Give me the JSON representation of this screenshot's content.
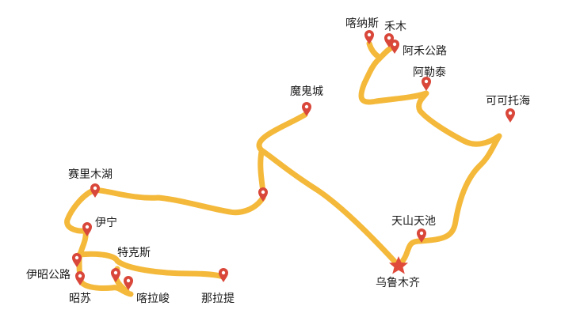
{
  "route": {
    "color": "#F4B93A",
    "pin_color": "#D9473A",
    "star_color": "#E04A3A"
  },
  "places": {
    "kanas": "喀纳斯",
    "hemu": "禾木",
    "ahe_road": "阿禾公路",
    "altay": "阿勒泰",
    "koktokay": "可可托海",
    "ghost_city": "魔鬼城",
    "sayram_lake": "赛里木湖",
    "yining": "伊宁",
    "tekes": "特克斯",
    "yizhao_road": "伊昭公路",
    "zhaosu": "昭苏",
    "kalajun": "喀拉峻",
    "nalati": "那拉提",
    "tianchi": "天山天池",
    "urumqi": "乌鲁木齐"
  }
}
